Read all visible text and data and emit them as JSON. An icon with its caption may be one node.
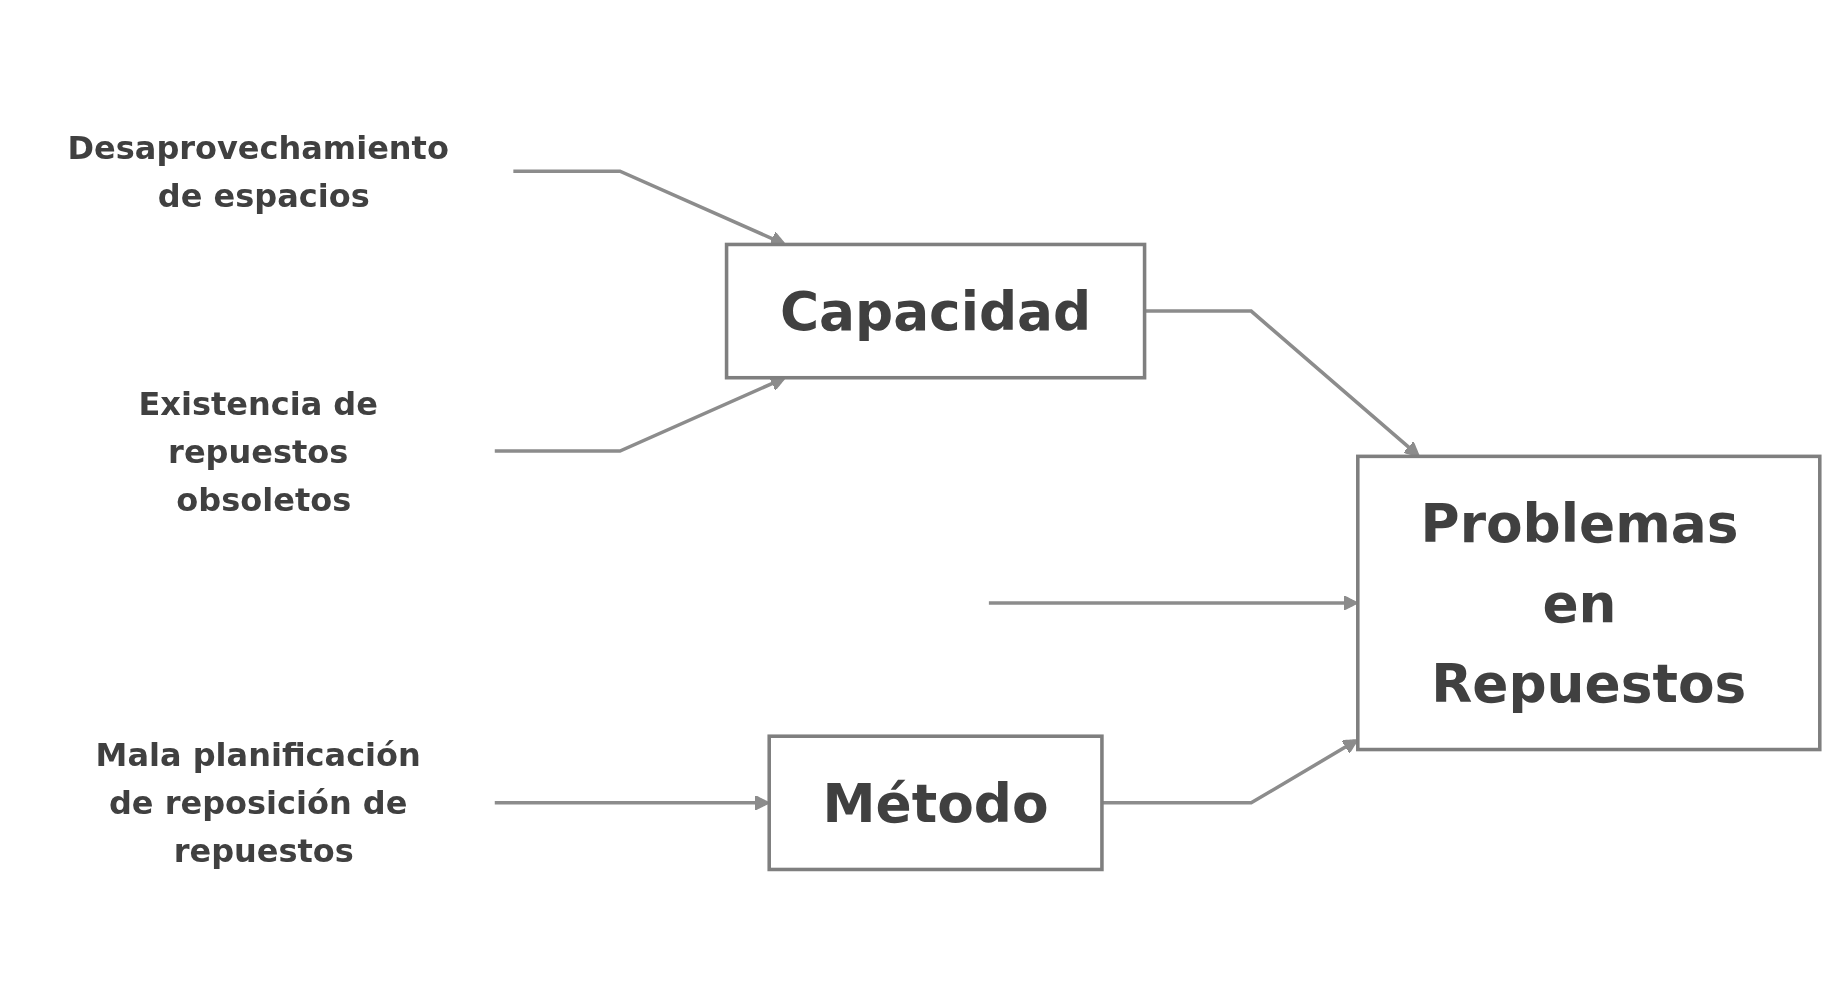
{
  "diagram": {
    "nodes": [
      {
        "text": [
          "Capacidad"
        ]
      },
      {
        "text": [
          "Desaprovechamiento de espacios"
        ]
      },
      {
        "text": [
          "Existencia de repuestos obsoletos"
        ]
      },
      {
        "text": [
          "Problemas en Repuestos"
        ]
      },
      {
        "text": [
          "Mala planificación de reposición de repuestos"
        ]
      },
      {
        "text": [
          "Método"
        ]
      }
    ],
    "edges": [
      {
        "from": 1,
        "to": 0,
        "arrow": "to"
      },
      {
        "from": 2,
        "to": 0,
        "arrow": "to"
      },
      {
        "from": 0,
        "to": 3,
        "arrow": "to"
      },
      {
        "from": null,
        "to": 3,
        "arrow": "to"
      },
      {
        "from": 4,
        "to": 5,
        "arrow": "to"
      },
      {
        "from": 5,
        "to": 3,
        "arrow": "to"
      }
    ]
  }
}
